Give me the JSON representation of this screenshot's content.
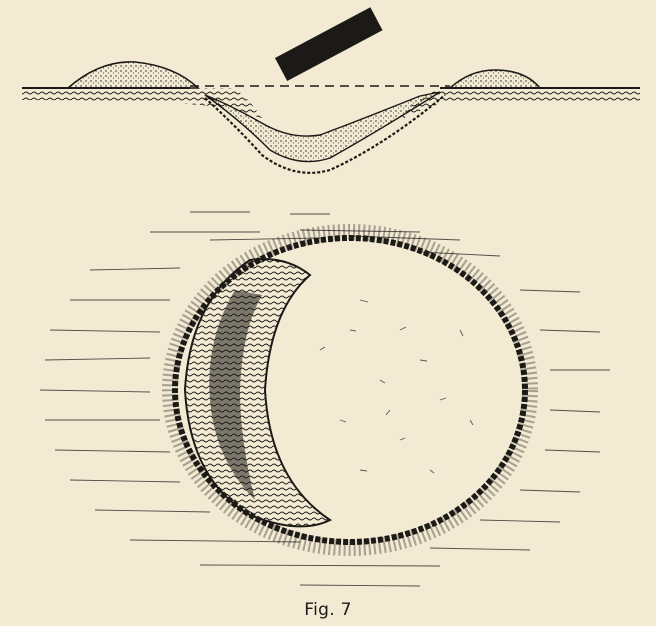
{
  "figure": {
    "caption": "Fig. 7",
    "panels": [
      "crater-cross-section",
      "crater-plan-view"
    ]
  },
  "colors": {
    "paper": "#f3ead3",
    "ink": "#1c1a17"
  }
}
